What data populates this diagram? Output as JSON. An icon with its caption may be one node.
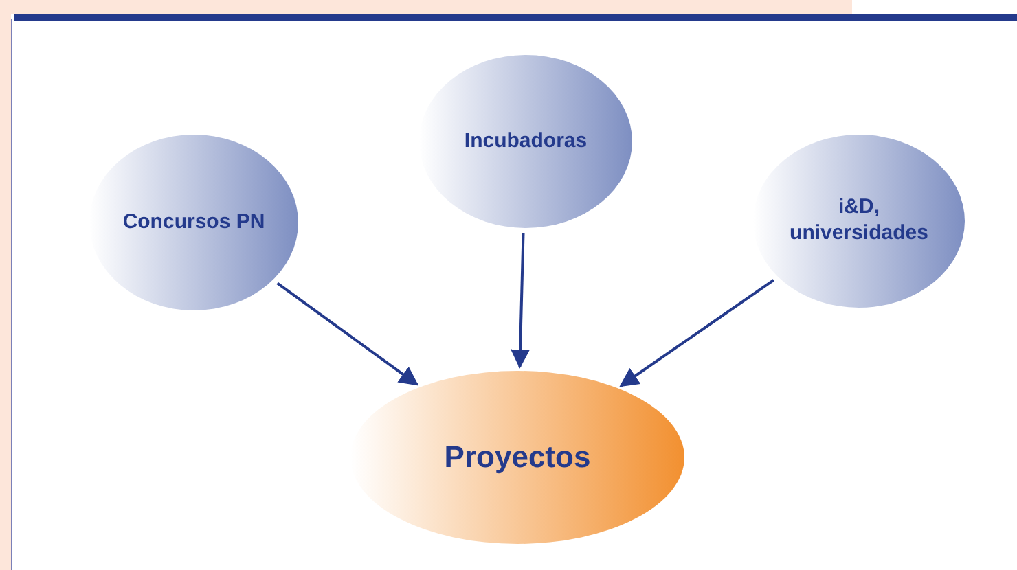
{
  "diagram": {
    "nodes": [
      {
        "text": [
          "Concursos PN"
        ]
      },
      {
        "text": [
          "Incubadoras"
        ]
      },
      {
        "text": [
          "i&D, universidades"
        ]
      },
      {
        "text": [
          "Proyectos"
        ]
      }
    ],
    "edges": [
      {
        "from": 0,
        "to": 3,
        "arrow": "to"
      },
      {
        "from": 1,
        "to": 3,
        "arrow": "to"
      },
      {
        "from": 2,
        "to": 3,
        "arrow": "to"
      }
    ]
  }
}
